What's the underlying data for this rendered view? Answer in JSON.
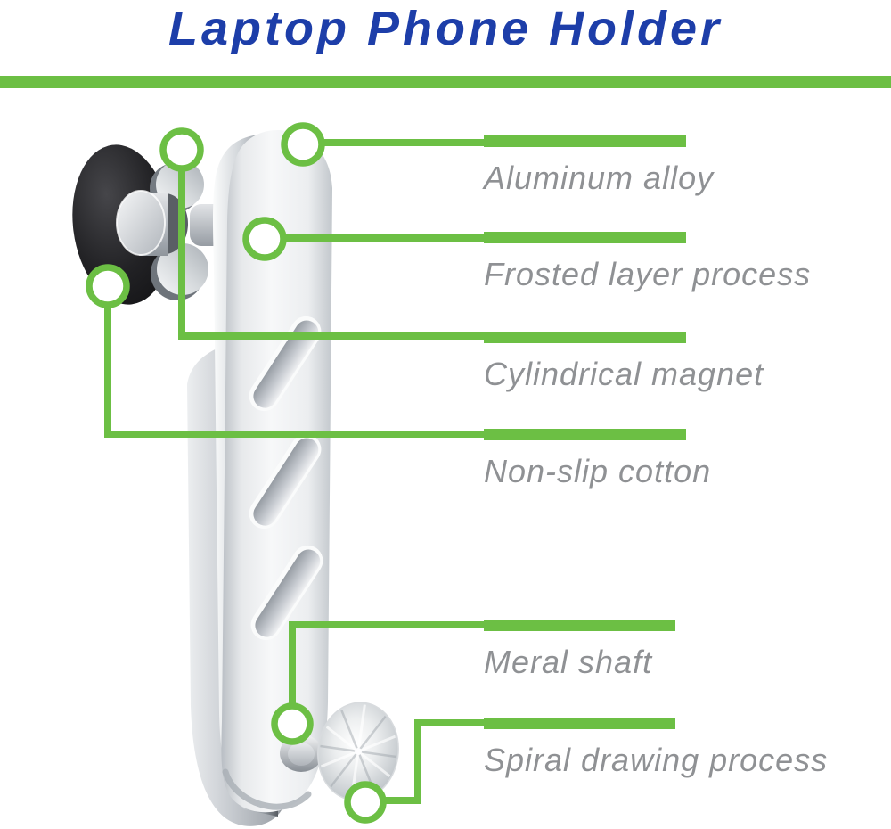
{
  "header": {
    "title": "Laptop Phone Holder"
  },
  "features": [
    {
      "label": "Aluminum alloy"
    },
    {
      "label": "Frosted layer process"
    },
    {
      "label": "Cylindrical magnet"
    },
    {
      "label": "Non-slip cotton"
    },
    {
      "label": "Meral shaft"
    },
    {
      "label": "Spiral drawing process"
    }
  ],
  "colors": {
    "title_blue": "#1d3ea9",
    "accent_green": "#6cbf44",
    "label_gray": "#8f9194",
    "background": "#ffffff"
  }
}
